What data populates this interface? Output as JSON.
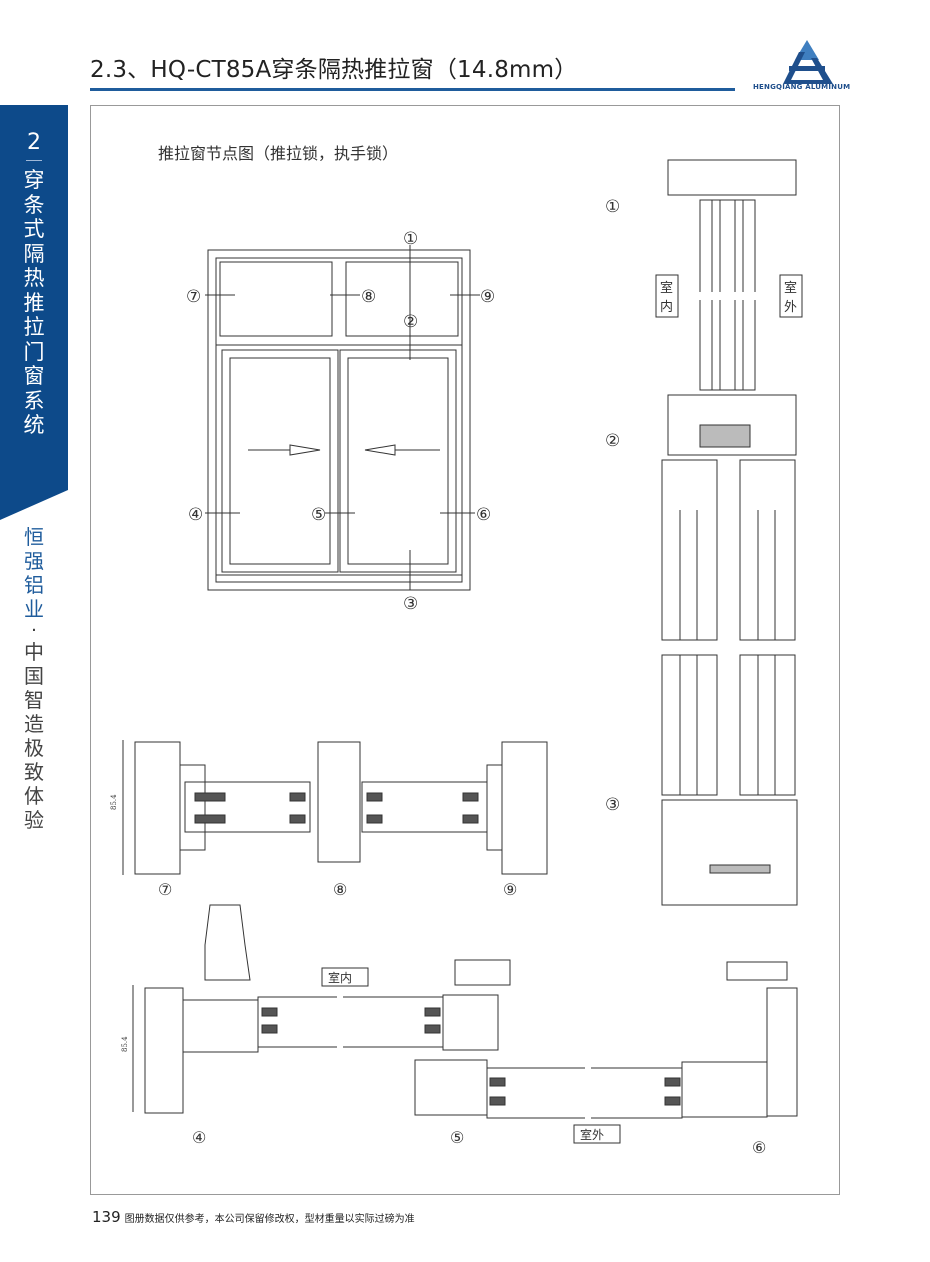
{
  "header": {
    "title": "2.3、HQ-CT85A穿条隔热推拉窗（14.8mm）",
    "logo_text": "HENGQIANG ALUMINUM"
  },
  "sidebar": {
    "chapter_number": "2",
    "chapter_title": "穿条式隔热推拉门窗系统",
    "brand": "恒强铝业",
    "separator": "·",
    "slogan": "中国智造 极致体验"
  },
  "drawing": {
    "caption": "推拉窗节点图（推拉锁，执手锁）",
    "node_labels": [
      "①",
      "②",
      "③",
      "④",
      "⑤",
      "⑥",
      "⑦",
      "⑧",
      "⑨"
    ],
    "indoor_label": "室内",
    "outdoor_label": "室外",
    "indoor_v1": "室",
    "indoor_v2": "内",
    "outdoor_v1": "室",
    "outdoor_v2": "外",
    "dimension": "85.4"
  },
  "footer": {
    "page_number": "139",
    "note": "图册数据仅供参考，本公司保留修改权，型材重量以实际过磅为准"
  },
  "colors": {
    "brand_blue": "#0d4a8a",
    "title_line": "#1f5c9c"
  }
}
